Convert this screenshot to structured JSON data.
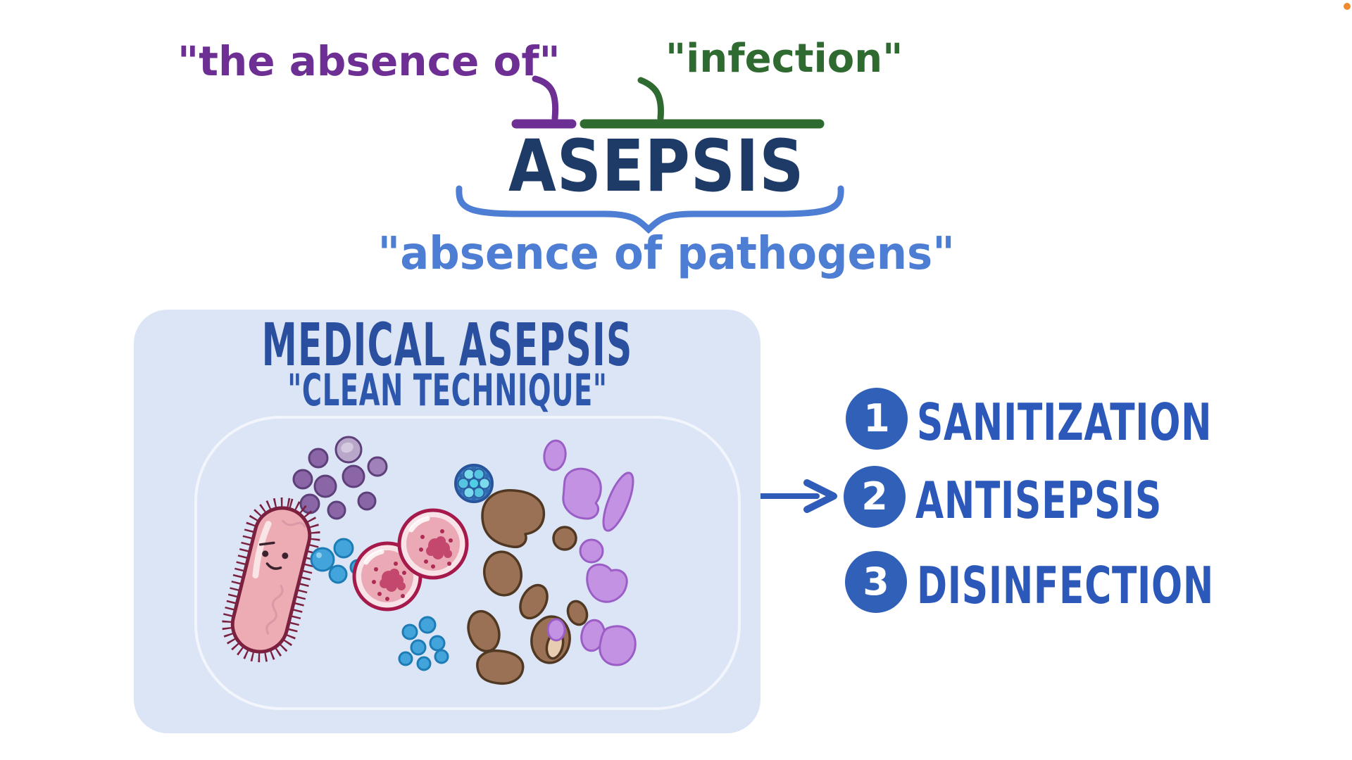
{
  "canvas": {
    "background": "#ffffff",
    "corner_dot_color": "#ef8b2e"
  },
  "etymology": {
    "prefix_label": "\"the absence of\"",
    "prefix_color": "#6e2f94",
    "root_label": "\"infection\"",
    "root_color": "#2f6a31",
    "term": "ASEPSIS",
    "term_color": "#1e3a66",
    "brace_color": "#4d7ed3",
    "definition": "\"absence of pathogens\"",
    "definition_color": "#4d7ed3"
  },
  "card": {
    "title": "MEDICAL ASEPSIS",
    "subtitle": "\"CLEAN TECHNIQUE\"",
    "background": "#dbe5f6",
    "title_color": "#2a4f9e",
    "subtitle_color": "#2c57ac",
    "microbe_icons": [
      "rod-bacterium",
      "purple-cocci",
      "blue-virus",
      "pink-cells",
      "blue-cocci",
      "brown-microbes",
      "purple-yeast"
    ]
  },
  "methods": {
    "accent_color": "#3160b9",
    "label_color": "#2b58b9",
    "arrow_points_to": "ANTISEPSIS",
    "items": [
      {
        "number": "1",
        "label": "SANITIZATION"
      },
      {
        "number": "2",
        "label": "ANTISEPSIS"
      },
      {
        "number": "3",
        "label": "DISINFECTION"
      }
    ]
  }
}
